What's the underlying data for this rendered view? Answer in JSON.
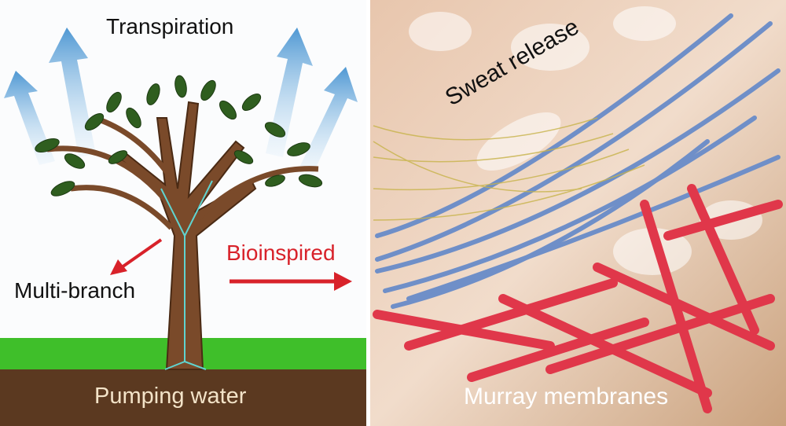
{
  "left_panel": {
    "title": "Transpiration",
    "branch_label": "Multi-branch",
    "soil_label": "Pumping water"
  },
  "connector": {
    "label": "Bioinspired"
  },
  "right_panel": {
    "sweat_label": "Sweat release",
    "membrane_label": "Murray membranes"
  },
  "colors": {
    "arrow_blue": "#5b9fd6",
    "accent_red": "#d8222a",
    "grass": "#3fbf2a",
    "soil": "#5b3920",
    "fiber_blue": "#6f8fc8",
    "fiber_red": "#e0374a"
  }
}
